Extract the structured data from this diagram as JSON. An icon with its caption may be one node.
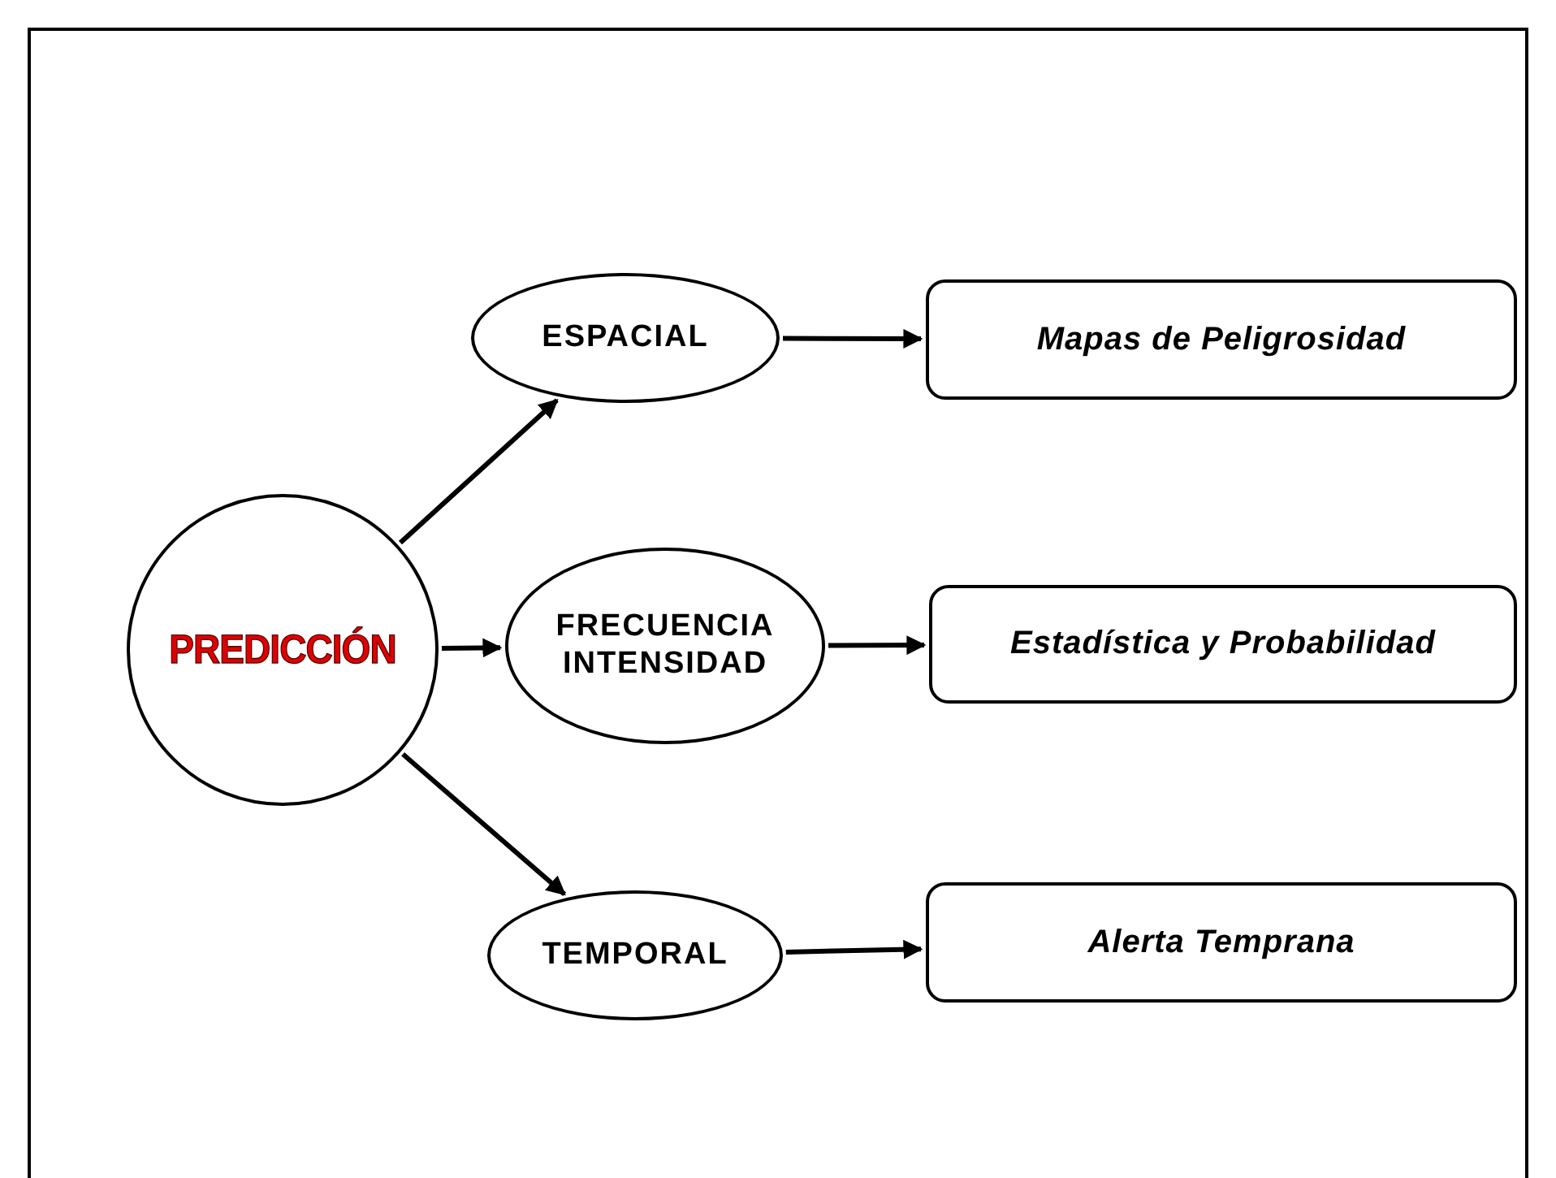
{
  "diagram": {
    "nodes": [
      {
        "text": [
          "PREDICCIÓN"
        ]
      },
      {
        "text": [
          "ESPACIAL"
        ]
      },
      {
        "text": [
          "FRECUENCIA INTENSIDAD"
        ]
      },
      {
        "text": [
          "TEMPORAL"
        ]
      },
      {
        "text": [
          "Mapas de Peligrosidad"
        ]
      },
      {
        "text": [
          "Estadística y Probabilidad"
        ]
      },
      {
        "text": [
          "Alerta Temprana"
        ]
      }
    ],
    "edges": [
      {
        "from": 0,
        "to": 1,
        "arrow": "to"
      },
      {
        "from": 0,
        "to": 2,
        "arrow": "to"
      },
      {
        "from": 0,
        "to": 3,
        "arrow": "to"
      },
      {
        "from": 1,
        "to": 4,
        "arrow": "to"
      },
      {
        "from": 2,
        "to": 5,
        "arrow": "to"
      },
      {
        "from": 3,
        "to": 6,
        "arrow": "to"
      }
    ]
  }
}
